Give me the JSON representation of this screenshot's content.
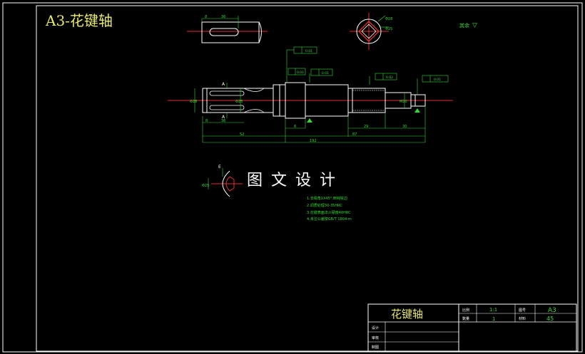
{
  "drawing": {
    "sheet_title": "A3-花键轴",
    "watermark": "图文设计",
    "surface_note": "其余",
    "surface_symbol": "▽",
    "tech_notes": [
      "1.去锐角1X45°,倒钝锐边",
      "2.调质处理30-35HRC",
      "3.花键表面淬火硬度40HRC",
      "4.未注公差按GB/T 1804-m"
    ],
    "dimensions": {
      "keyway_len": "36",
      "keyway_offset": "8",
      "total_len": "192",
      "len_spline": "52",
      "len_right": "87",
      "len_step1": "29",
      "len_step2": "30",
      "len_small": "6",
      "len_key": "36",
      "len_end": "8"
    },
    "tolerances": [
      "0.01",
      "0.01",
      "0.01",
      "0.02",
      "0.01"
    ],
    "section_labels": [
      "A",
      "A",
      "E"
    ]
  },
  "title_block": {
    "part_name": "花键轴",
    "scale_label": "比例",
    "scale_value": "1:1",
    "qty_label": "数量",
    "qty_value": "1",
    "sheet_label": "图号",
    "sheet_value": "A3",
    "material_label": "材料",
    "material_value": "45",
    "rows": [
      "设计",
      "审核",
      "制图"
    ]
  },
  "colors": {
    "line": "#ffffff",
    "green": "#36d936",
    "red": "#e03030",
    "yellow": "#e8e86a"
  }
}
